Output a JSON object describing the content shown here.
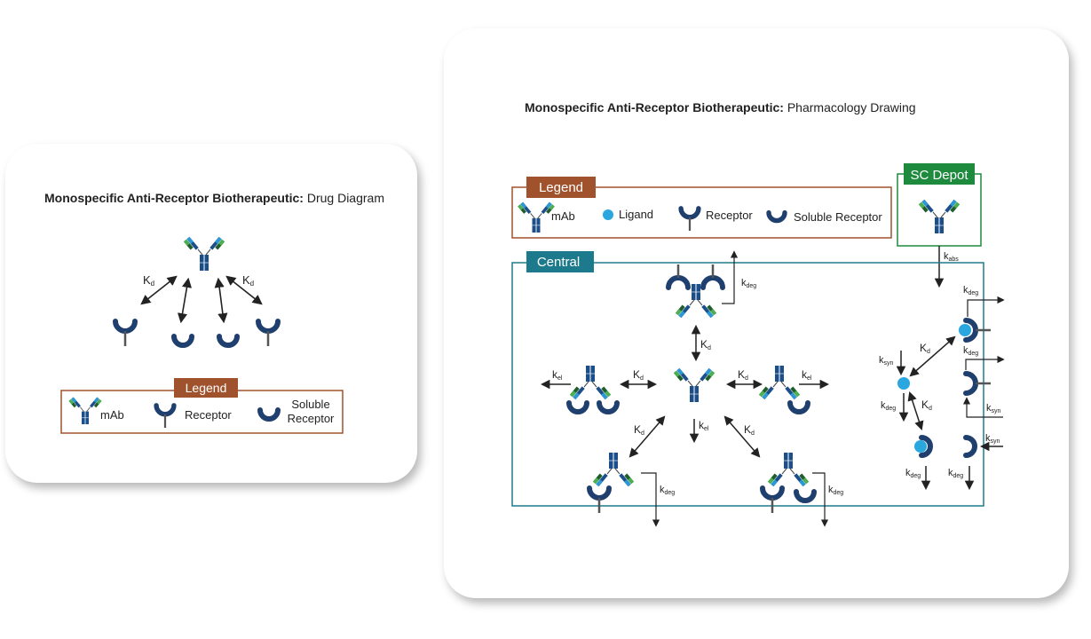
{
  "colors": {
    "legend_brown": "#a0522d",
    "sc_depot_green": "#1e8a3e",
    "central_teal": "#1d7a8c",
    "receptor_navy": "#1f3f6e",
    "ligand_blue": "#2aa7df",
    "mab_dark_blue": "#1c4f8a",
    "mab_light_blue": "#2b97d6",
    "mab_green": "#4caf50",
    "mab_dark_green": "#1f5e2c"
  },
  "left_panel": {
    "title_bold": "Monospecific Anti-Receptor Biotherapeutic:",
    "title_rest": " Drug Diagram",
    "kd_left": "K",
    "kd_right": "K",
    "sub_d": "d",
    "legend": {
      "title": "Legend",
      "items": [
        {
          "icon": "mab-icon",
          "label": "mAb"
        },
        {
          "icon": "receptor-icon",
          "label": "Receptor"
        },
        {
          "icon": "soluble-receptor-icon",
          "label_line1": "Soluble",
          "label_line2": "Receptor"
        }
      ]
    }
  },
  "right_panel": {
    "title_bold": "Monospecific Anti-Receptor Biotherapeutic:",
    "title_rest": " Pharmacology Drawing",
    "legend": {
      "title": "Legend",
      "items": [
        {
          "icon": "mab-icon",
          "label": "mAb"
        },
        {
          "icon": "ligand-icon",
          "label": "Ligand"
        },
        {
          "icon": "receptor-icon",
          "label": "Receptor"
        },
        {
          "icon": "soluble-receptor-icon",
          "label": "Soluble Receptor"
        }
      ]
    },
    "sc_depot": {
      "title": "SC Depot"
    },
    "central": {
      "title": "Central"
    },
    "rates": {
      "k": "k",
      "K": "K",
      "deg": "deg",
      "el": "el",
      "d": "d",
      "abs": "abs",
      "syn": "syn"
    }
  }
}
